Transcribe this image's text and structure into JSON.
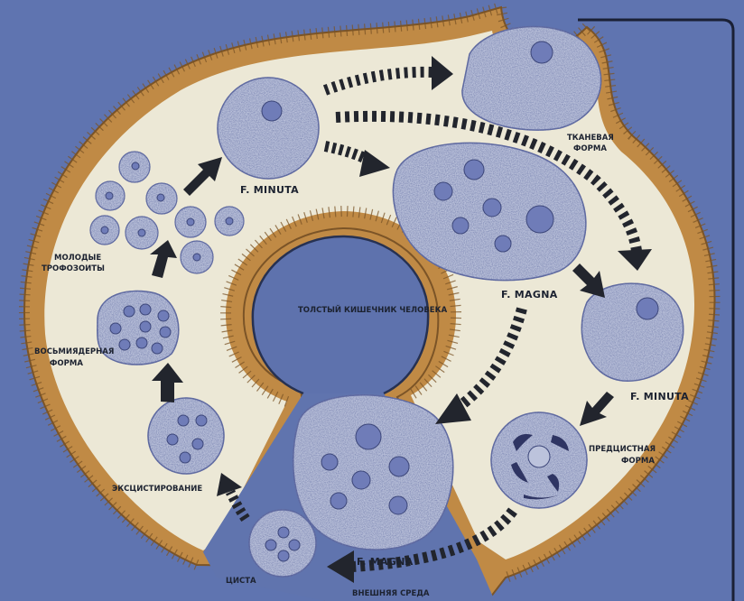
{
  "colors": {
    "background": "#5f74b0",
    "lumen": "#5e72ad",
    "lumen_edge": "#263152",
    "intestine_fill": "#ece8d6",
    "epithelium": "#c08a45",
    "epithelium_edge": "#7b5427",
    "cell_fill": "#bcc3dc",
    "cell_edge": "#56609a",
    "nucleus": "#6f7cb8",
    "arrow": "#22252d",
    "label_text": "#1c2230"
  },
  "labels": {
    "tissue_form_line1": "ТКАНЕВАЯ",
    "tissue_form_line2": "ФОРМА",
    "f_minuta_top": "F. MINUTA",
    "f_magna_center": "F. MAGNA",
    "f_minuta_right": "F. MINUTA",
    "precystic_line1": "ПРЕДЦИСТНАЯ",
    "precystic_line2": "ФОРМА",
    "young_line1": "МОЛОДЫЕ",
    "young_line2": "ТРОФОЗОИТЫ",
    "eight_line1": "ВОСЬМИЯДЕРНАЯ",
    "eight_line2": "ФОРМА",
    "excystation": "ЭКСЦИСТИРОВАНИЕ",
    "large_intestine": "ТОЛСТЫЙ КИШЕЧНИК  ЧЕЛОВЕКА",
    "f_magna_bottom": "F. MAGNA",
    "cyst": "ЦИСТА",
    "external_env": "ВНЕШНЯЯ СРЕДА"
  }
}
